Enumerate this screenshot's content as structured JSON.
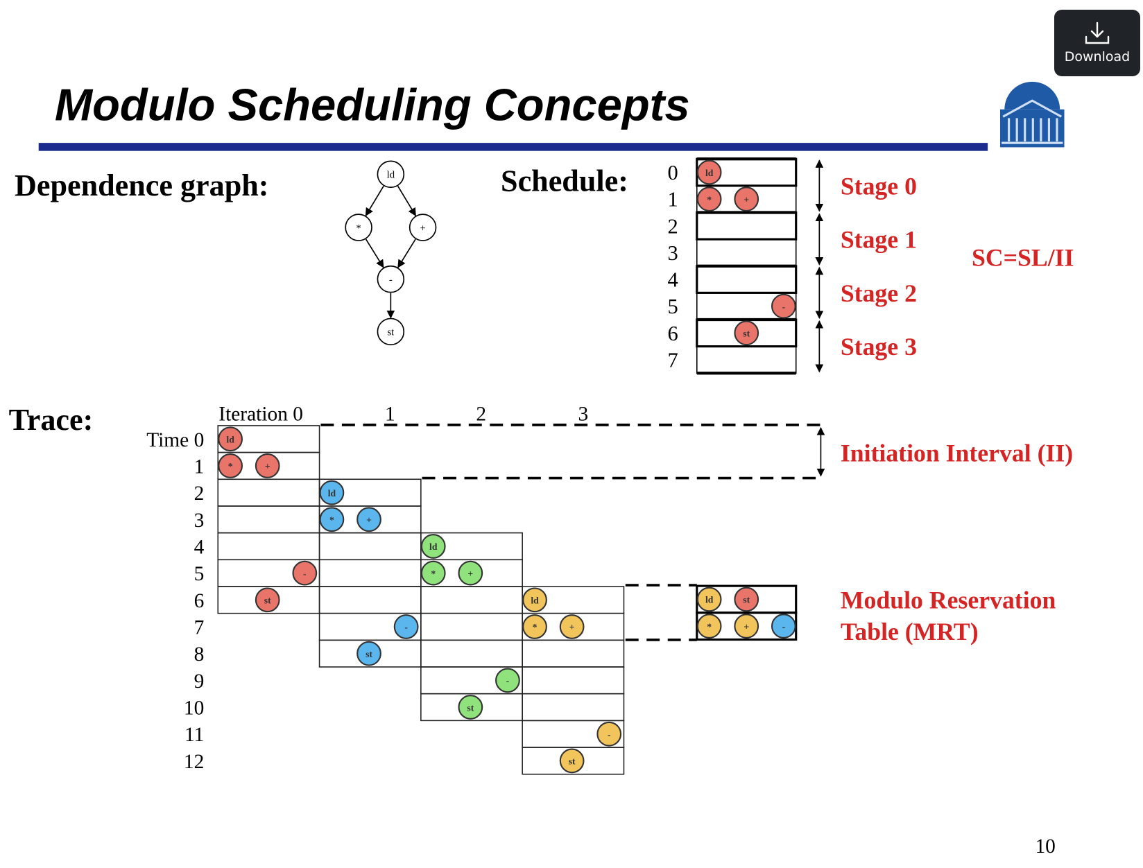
{
  "slide": {
    "title": "Modulo Scheduling Concepts",
    "page_number": "10",
    "dependence_label": "Dependence graph:",
    "schedule_label": "Schedule:",
    "trace_label": "Trace:",
    "sc_formula": "SC=SL/II",
    "stages": [
      "Stage 0",
      "Stage 1",
      "Stage 2",
      "Stage 3"
    ],
    "schedule_rows": [
      "0",
      "1",
      "2",
      "3",
      "4",
      "5",
      "6",
      "7"
    ],
    "iteration_labels": [
      "Iteration 0",
      "1",
      "2",
      "3"
    ],
    "time_labels": [
      "Time 0",
      "1",
      "2",
      "3",
      "4",
      "5",
      "6",
      "7",
      "8",
      "9",
      "10",
      "11",
      "12"
    ],
    "ii_label": "Initiation Interval (II)",
    "mrt_label_line1": "Modulo Reservation",
    "mrt_label_line2": "Table (MRT)"
  },
  "graph": {
    "nodes": [
      "ld",
      "*",
      "+",
      "-",
      "st"
    ],
    "edges": [
      [
        "ld",
        "*"
      ],
      [
        "ld",
        "+"
      ],
      [
        "*",
        "-"
      ],
      [
        "+",
        "-"
      ],
      [
        "-",
        "st"
      ]
    ]
  },
  "ops": [
    {
      "label": "ld",
      "row": 0,
      "slot": 0
    },
    {
      "label": "*",
      "row": 1,
      "slot": 0
    },
    {
      "label": "+",
      "row": 1,
      "slot": 1
    },
    {
      "label": "-",
      "row": 5,
      "slot": 2
    },
    {
      "label": "st",
      "row": 6,
      "slot": 1
    }
  ],
  "iteration_colors": [
    "#e8746a",
    "#5cb6ee",
    "#8fe27c",
    "#f2c45c"
  ],
  "mrt": [
    {
      "label": "ld",
      "row": 0,
      "slot": 0,
      "iteration": 3
    },
    {
      "label": "st",
      "row": 0,
      "slot": 1,
      "iteration": 0
    },
    {
      "label": "*",
      "row": 1,
      "slot": 0,
      "iteration": 3
    },
    {
      "label": "+",
      "row": 1,
      "slot": 1,
      "iteration": 3
    },
    {
      "label": "-",
      "row": 1,
      "slot": 2,
      "iteration": 1
    }
  ],
  "colors": {
    "accent_bar": "#1b2b8e",
    "red_text": "#d42424",
    "logo_blue": "#1f5aa6"
  },
  "download": {
    "label": "Download",
    "icon": "download-icon"
  }
}
